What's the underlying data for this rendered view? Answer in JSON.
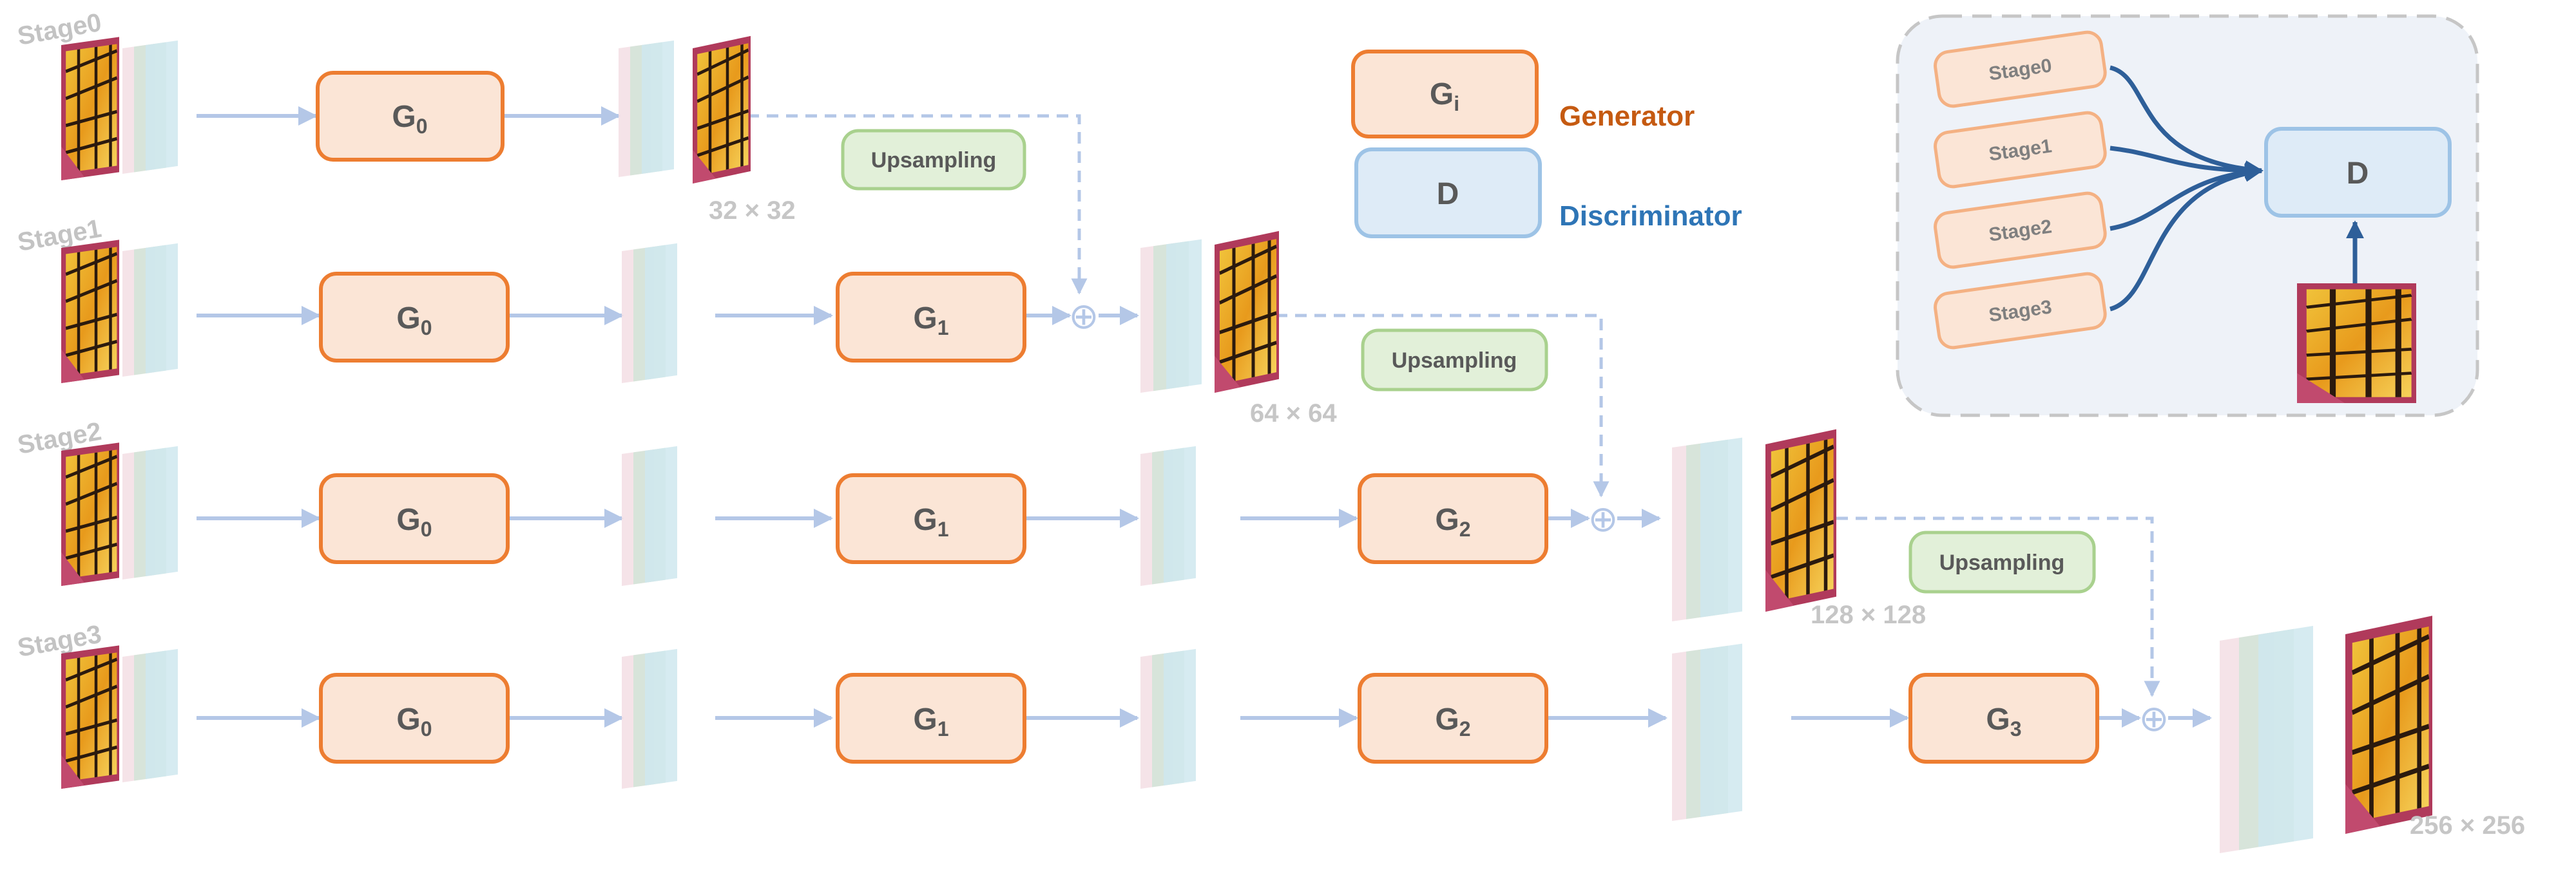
{
  "stages": [
    "Stage0",
    "Stage1",
    "Stage2",
    "Stage3"
  ],
  "generators": {
    "g0": {
      "base": "G",
      "sub": "0"
    },
    "g1": {
      "base": "G",
      "sub": "1"
    },
    "g2": {
      "base": "G",
      "sub": "2"
    },
    "g3": {
      "base": "G",
      "sub": "3"
    },
    "gi": {
      "base": "G",
      "sub": "i"
    }
  },
  "upsampling_label": "Upsampling",
  "sizes": {
    "s32": "32 × 32",
    "s64": "64 × 64",
    "s128": "128 × 128",
    "s256": "256 × 256"
  },
  "legend": {
    "generator_label": "Generator",
    "discriminator_box": "D",
    "discriminator_label": "Discriminator"
  },
  "inset": {
    "stages": [
      "Stage0",
      "Stage1",
      "Stage2",
      "Stage3"
    ],
    "discriminator": "D"
  },
  "merge_symbol": "⊕",
  "colors": {
    "generator_fill": "#fbe5d6",
    "generator_stroke": "#ed7d31",
    "generator_text": "#c55a11",
    "discriminator_fill": "#deebf7",
    "discriminator_stroke": "#9dc3e6",
    "discriminator_text": "#2e75b6",
    "upsampling_fill": "#e2f0d9",
    "upsampling_stroke": "#a9d18e",
    "arrow": "#b4c7e7",
    "inset_arrow": "#2e5f99"
  }
}
